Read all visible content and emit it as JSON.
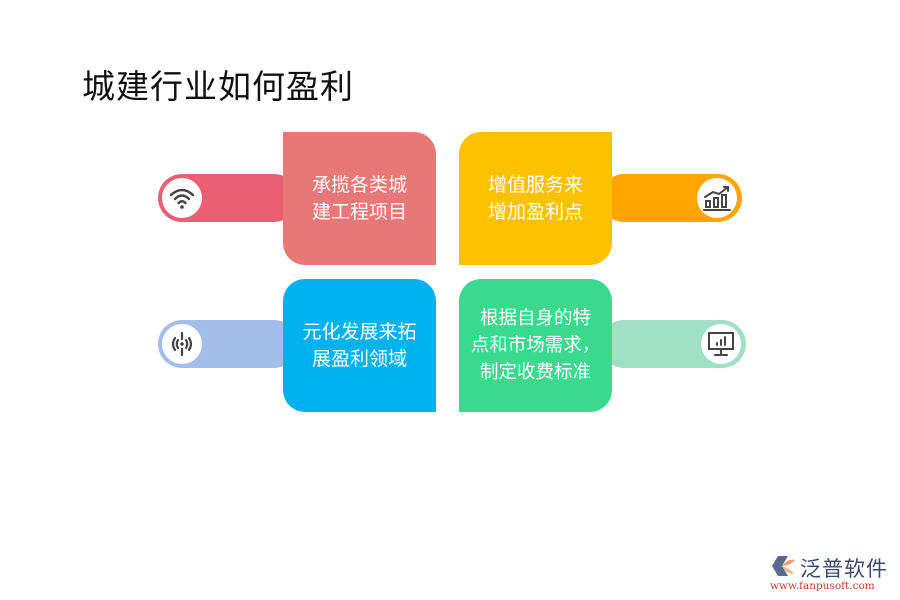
{
  "title": "城建行业如何盈利",
  "colors": {
    "card1": "#E87878",
    "pill1": "#EC5F73",
    "card2": "#FDC100",
    "pill2": "#FFA500",
    "card3": "#00B2F0",
    "pill3": "#A3BEEB",
    "card4": "#39D98E",
    "pill4": "#9FE1C2"
  },
  "items": [
    {
      "text": "承揽各类城\n建工程项目",
      "icon": "wifi-icon"
    },
    {
      "text": "增值服务来\n增加盈利点",
      "icon": "bar-chart-growth-icon"
    },
    {
      "text": "元化发展来拓\n展盈利领域",
      "icon": "broadcast-signal-icon"
    },
    {
      "text": "根据自身的特\n点和市场需求，\n制定收费标准",
      "icon": "monitor-chart-icon"
    }
  ],
  "logo": {
    "name": "泛普软件",
    "url": "www.fanpusoft.com"
  }
}
